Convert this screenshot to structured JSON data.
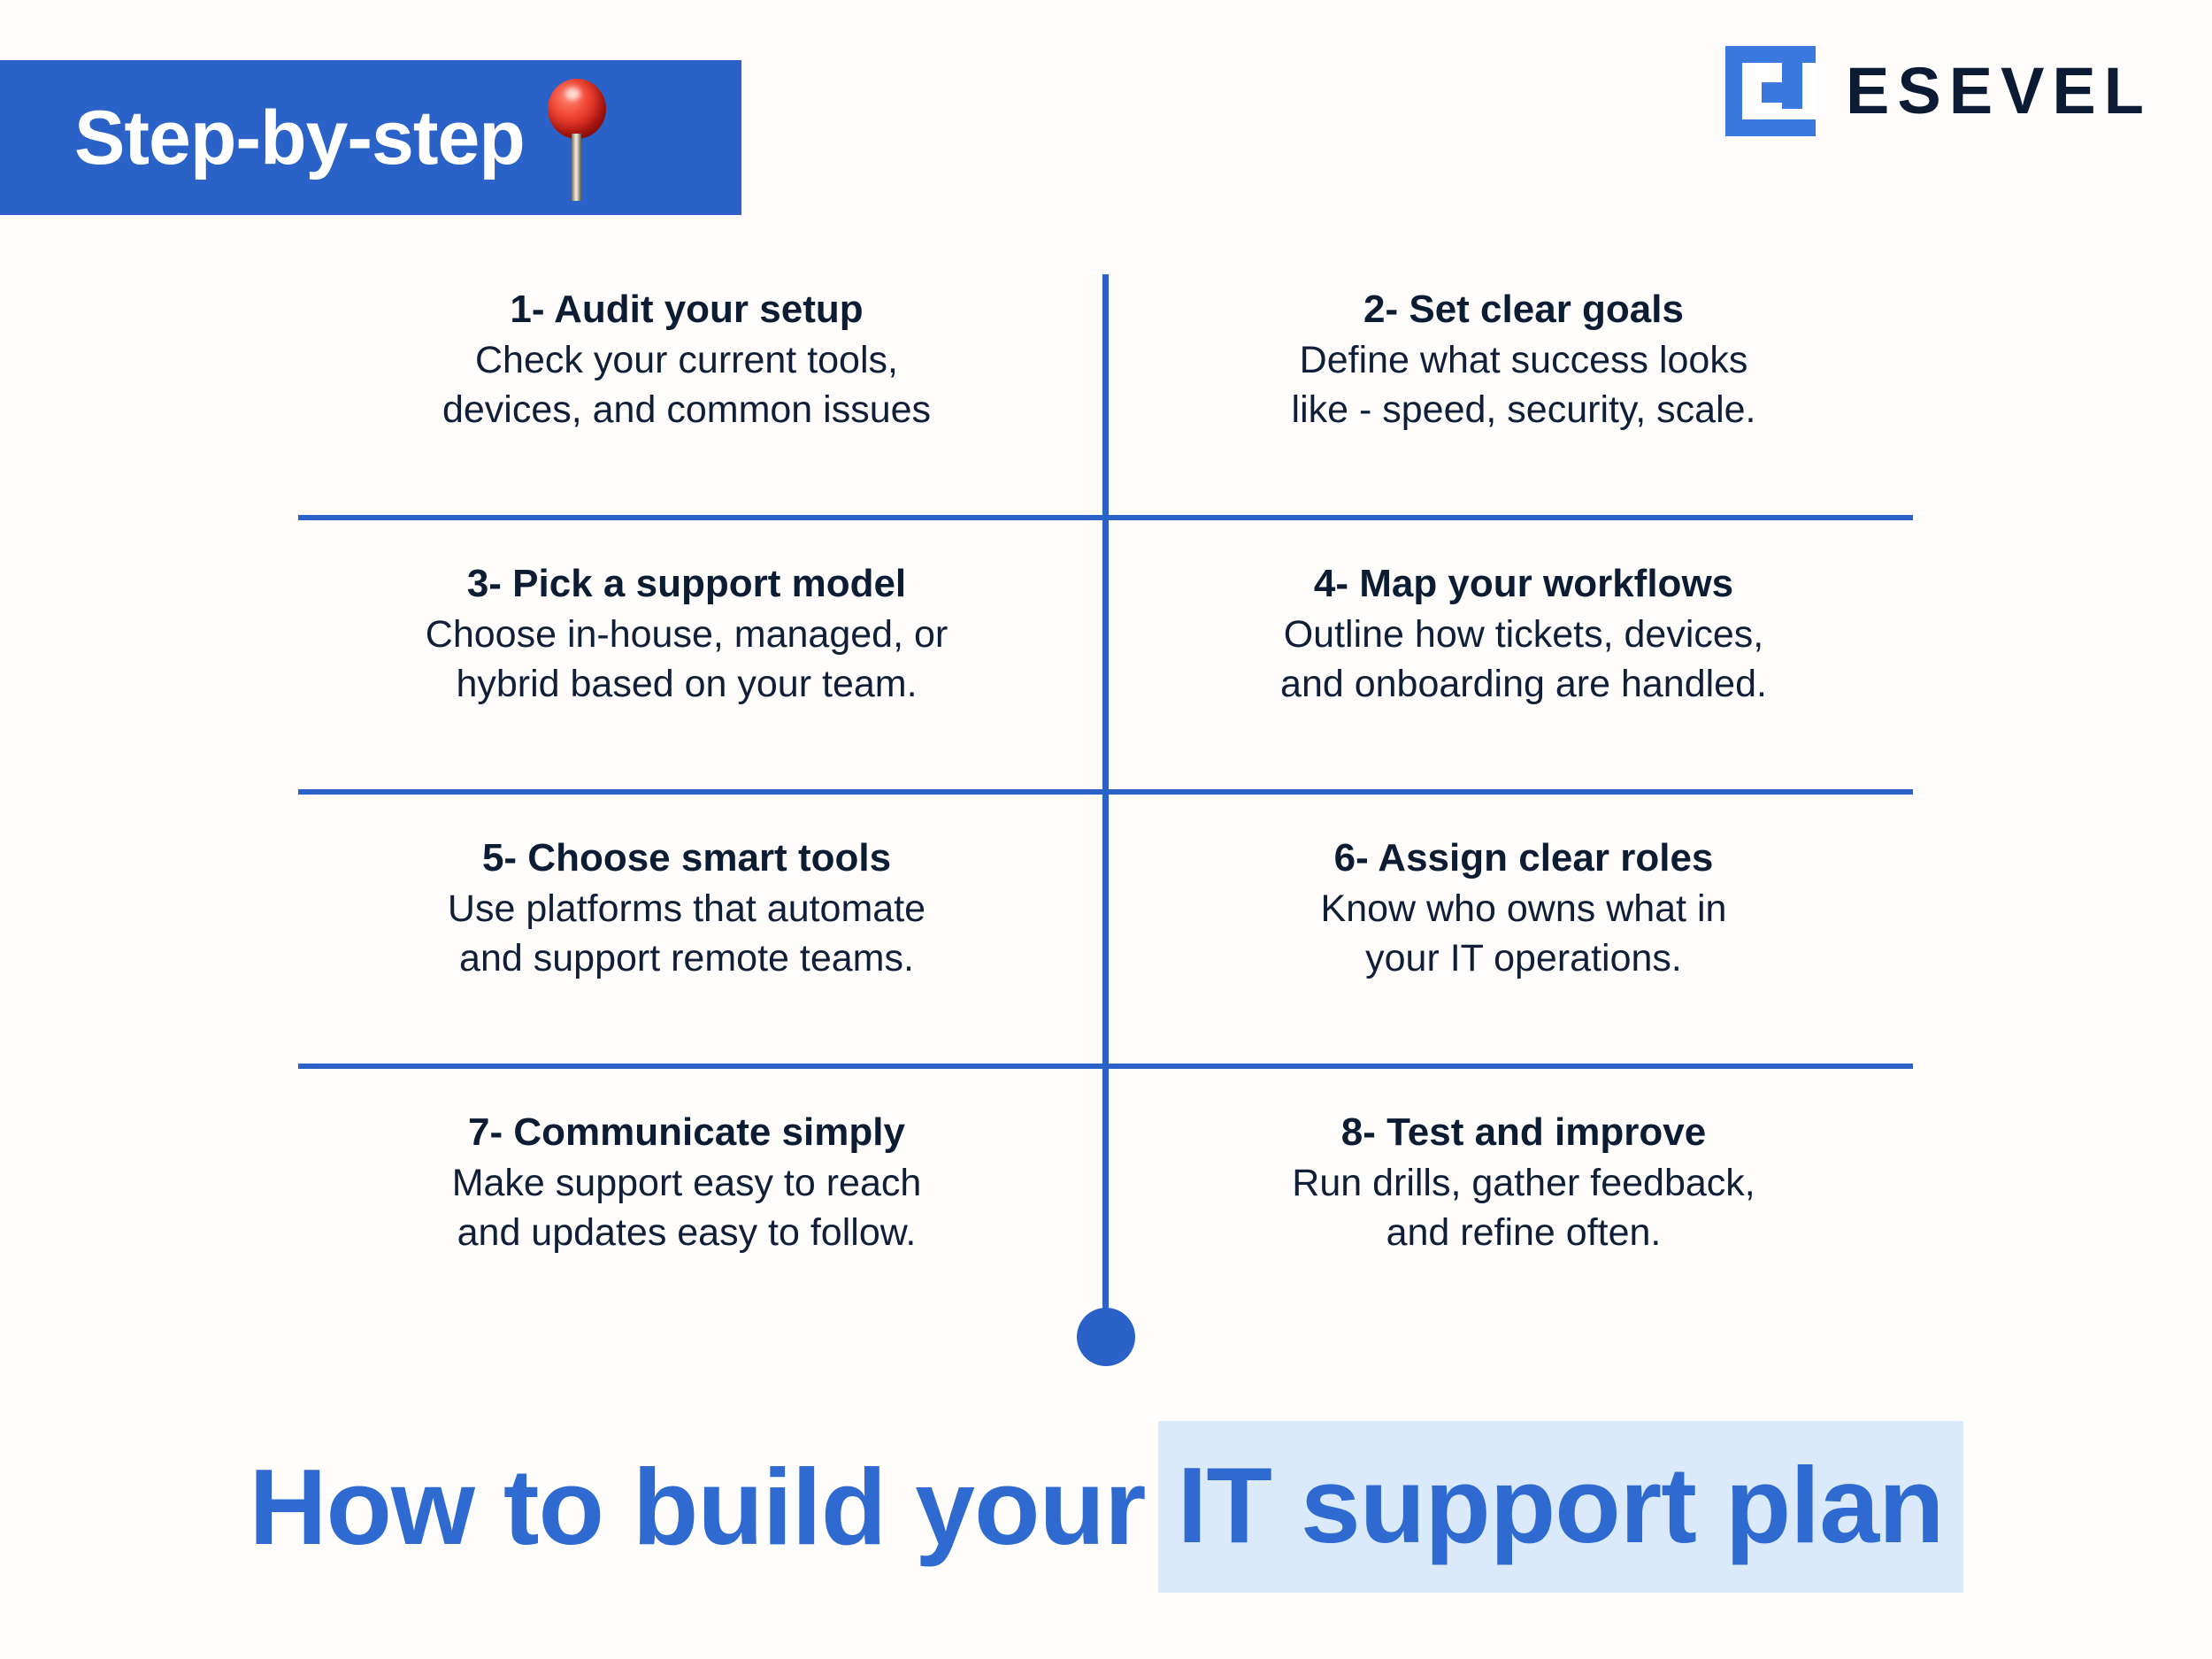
{
  "badge": {
    "label": "Step-by-step",
    "icon": "round-pushpin-icon",
    "background_color": "#2b62c8",
    "text_color": "#ffffff"
  },
  "brand": {
    "name": "ESEVEL",
    "mark": "esevel-square-spiral-logo",
    "mark_color": "#3a7ade",
    "wordmark_color": "#0a1b33"
  },
  "theme": {
    "accent_blue": "#2b62c8",
    "title_blue": "#2f6ad0",
    "highlight_blue": "#dbeafb",
    "body_navy": "#101f37",
    "background": "#fffdfb"
  },
  "steps": [
    {
      "title": "1- Audit your setup",
      "desc": "Check your current tools,\ndevices, and common issues"
    },
    {
      "title": "2- Set clear goals",
      "desc": "Define what success looks\nlike - speed, security, scale."
    },
    {
      "title": "3- Pick a support model",
      "desc": "Choose in-house, managed, or\nhybrid based on your team."
    },
    {
      "title": "4- Map your workflows",
      "desc": "Outline how tickets, devices,\nand onboarding are handled."
    },
    {
      "title": "5- Choose smart tools",
      "desc": "Use platforms that automate\nand support remote teams."
    },
    {
      "title": "6- Assign clear roles",
      "desc": "Know who owns what in\nyour IT operations."
    },
    {
      "title": "7- Communicate simply",
      "desc": "Make support easy to reach\nand updates easy to follow."
    },
    {
      "title": "8- Test and improve",
      "desc": "Run drills, gather feedback,\nand refine often."
    }
  ],
  "footer_title": {
    "plain": "How to build your",
    "highlighted": "IT support plan"
  }
}
